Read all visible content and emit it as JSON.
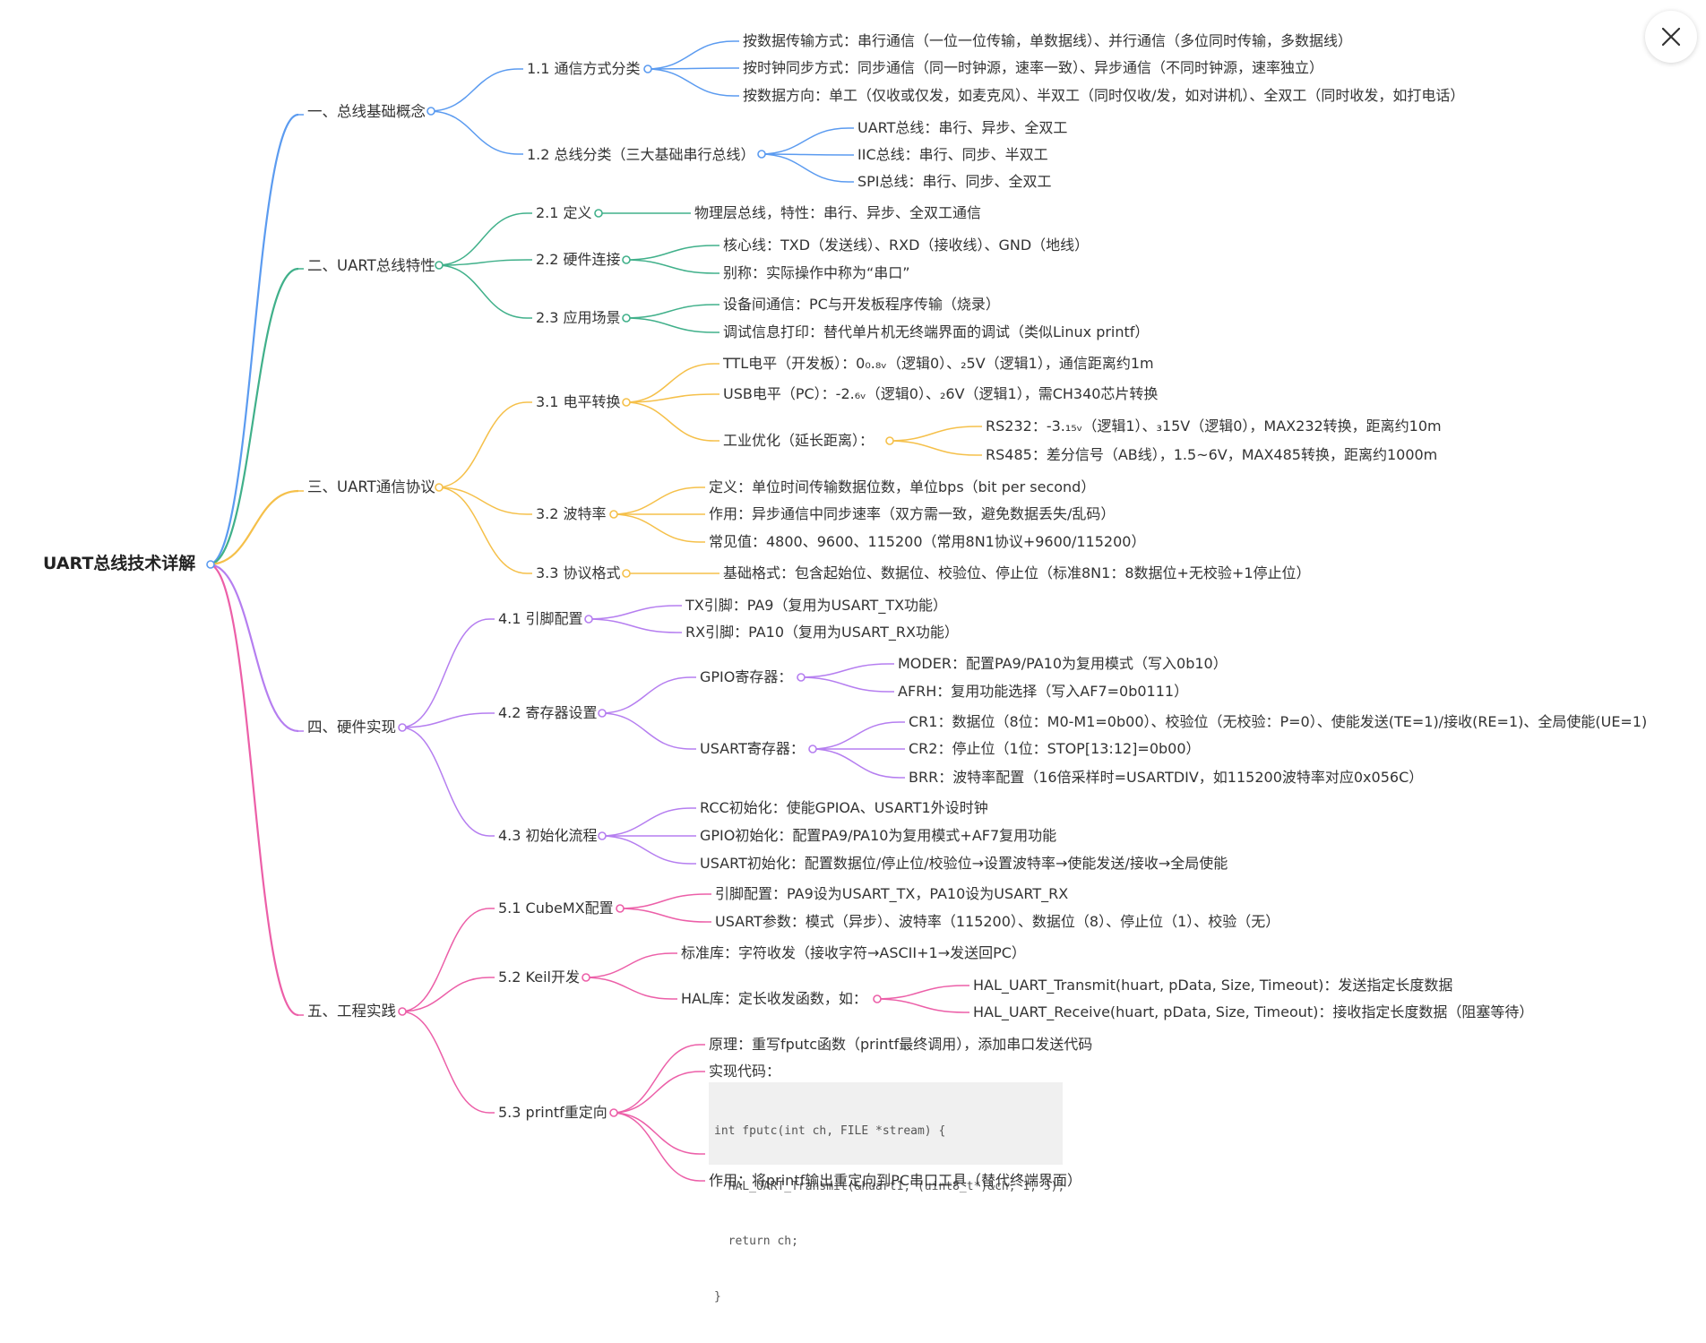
{
  "window": {
    "close_icon": "close-icon"
  },
  "colors": {
    "blue": "#5b9bf0",
    "green": "#40b08a",
    "yellow": "#f5c04a",
    "purple": "#b57ef0",
    "pink": "#ec5fa8"
  },
  "mindmap": {
    "root": "UART总线技术详解",
    "branches": [
      {
        "label": "一、总线基础概念",
        "children": [
          {
            "label": "1.1 通信方式分类",
            "children": [
              "按数据传输方式：串行通信（一位一位传输，单数据线）、并行通信（多位同时传输，多数据线）",
              "按时钟同步方式：同步通信（同一时钟源，速率一致）、异步通信（不同时钟源，速率独立）",
              "按数据方向：单工（仅收或仅发，如麦克风）、半双工（同时仅收/发，如对讲机）、全双工（同时收发，如打电话）"
            ]
          },
          {
            "label": "1.2 总线分类（三大基础串行总线）",
            "children": [
              "UART总线：串行、异步、全双工",
              "IIC总线：串行、同步、半双工",
              "SPI总线：串行、同步、全双工"
            ]
          }
        ]
      },
      {
        "label": "二、UART总线特性",
        "children": [
          {
            "label": "2.1 定义",
            "children": [
              "物理层总线，特性：串行、异步、全双工通信"
            ]
          },
          {
            "label": "2.2 硬件连接",
            "children": [
              "核心线：TXD（发送线）、RXD（接收线）、GND（地线）",
              "别称：实际操作中称为“串口”"
            ]
          },
          {
            "label": "2.3 应用场景",
            "children": [
              "设备间通信：PC与开发板程序传输（烧录）",
              "调试信息打印：替代单片机无终端界面的调试（类似Linux printf）"
            ]
          }
        ]
      },
      {
        "label": "三、UART通信协议",
        "children": [
          {
            "label": "3.1 电平转换",
            "children": [
              "TTL电平（开发板）：0₀.₈ᵥ（逻辑0）、₂5V（逻辑1），通信距离约1m",
              "USB电平（PC）：-2.₆ᵥ（逻辑0）、₂6V（逻辑1），需CH340芯片转换",
              {
                "label": "工业优化（延长距离）：",
                "children": [
                  "RS232：-3.₁₅ᵥ（逻辑1）、₃15V（逻辑0），MAX232转换，距离约10m",
                  "RS485：差分信号（AB线），1.5~6V，MAX485转换，距离约1000m"
                ]
              }
            ]
          },
          {
            "label": "3.2 波特率",
            "children": [
              "定义：单位时间传输数据位数，单位bps（bit per second）",
              "作用：异步通信中同步速率（双方需一致，避免数据丢失/乱码）",
              "常见值：4800、9600、115200（常用8N1协议+9600/115200）"
            ]
          },
          {
            "label": "3.3 协议格式",
            "children": [
              "基础格式：包含起始位、数据位、校验位、停止位（标准8N1：8数据位+无校验+1停止位）"
            ]
          }
        ]
      },
      {
        "label": "四、硬件实现",
        "children": [
          {
            "label": "4.1 引脚配置",
            "children": [
              "TX引脚：PA9（复用为USART_TX功能）",
              "RX引脚：PA10（复用为USART_RX功能）"
            ]
          },
          {
            "label": "4.2 寄存器设置",
            "children": [
              {
                "label": "GPIO寄存器：",
                "children": [
                  "MODER：配置PA9/PA10为复用模式（写入0b10）",
                  "AFRH：复用功能选择（写入AF7=0b0111）"
                ]
              },
              {
                "label": "USART寄存器：",
                "children": [
                  "CR1：数据位（8位：M0-M1=0b00）、校验位（无校验：P=0）、使能发送(TE=1)/接收(RE=1)、全局使能(UE=1)",
                  "CR2：停止位（1位：STOP[13:12]=0b00）",
                  "BRR：波特率配置（16倍采样时=USARTDIV，如115200波特率对应0x056C）"
                ]
              }
            ]
          },
          {
            "label": "4.3 初始化流程",
            "children": [
              "RCC初始化：使能GPIOA、USART1外设时钟",
              "GPIO初始化：配置PA9/PA10为复用模式+AF7复用功能",
              "USART初始化：配置数据位/停止位/校验位→设置波特率→使能发送/接收→全局使能"
            ]
          }
        ]
      },
      {
        "label": "五、工程实践",
        "children": [
          {
            "label": "5.1 CubeMX配置",
            "children": [
              "引脚配置：PA9设为USART_TX，PA10设为USART_RX",
              "USART参数：模式（异步）、波特率（115200）、数据位（8）、停止位（1）、校验（无）"
            ]
          },
          {
            "label": "5.2 Keil开发",
            "children": [
              "标准库：字符收发（接收字符→ASCII+1→发送回PC）",
              {
                "label": "HAL库：定长收发函数，如：",
                "children": [
                  "HAL_UART_Transmit(huart, pData, Size, Timeout)：发送指定长度数据",
                  "HAL_UART_Receive(huart, pData, Size, Timeout)：接收指定长度数据（阻塞等待）"
                ]
              }
            ]
          },
          {
            "label": "5.3 printf重定向",
            "children": [
              "原理：重写fputc函数（printf最终调用），添加串口发送代码",
              "实现代码：",
              "作用：将printf输出重定向到PC串口工具（替代终端界面）"
            ],
            "code": [
              "int fputc(int ch, FILE *stream) {",
              "  HAL_UART_Transmit(&huart1, (uint8_t*)&ch, 1, 5);",
              "  return ch;",
              "}"
            ]
          }
        ]
      }
    ]
  }
}
